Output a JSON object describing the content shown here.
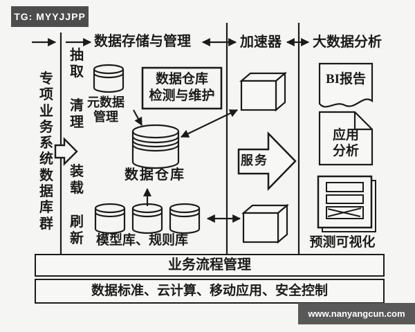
{
  "badge": {
    "label": "TG: MYYJJPP"
  },
  "watermark": {
    "label": "www.nanyangcun.com"
  },
  "colors": {
    "badge_bg": "#4d4d4d",
    "watermark_bg": "#595959",
    "line": "#1b1b1b",
    "background": "#f5f5f3"
  },
  "header": {
    "storage": "数据存储与管理",
    "accelerator": "加速器",
    "big_data": "大数据分析"
  },
  "source": {
    "label": "专项业务系统数据库群"
  },
  "etl_steps": [
    "抽取",
    "清理",
    "装载",
    "刷新"
  ],
  "storage_section": {
    "metadata_label": "元数据管理",
    "warehouse_label": "数据仓库",
    "maintenance_box_line1": "数据仓库",
    "maintenance_box_line2": "检测与维护",
    "model_rule_label": "模型库、规则库"
  },
  "accelerator_section": {
    "service_label": "服务"
  },
  "analysis_section": {
    "bi_report": "BI报告",
    "app_analysis": "应用分析",
    "prediction_label": "预测可视化"
  },
  "footer": {
    "process_bar": "业务流程管理",
    "support_bar": "数据标准、云计算、移动应用、安全控制"
  }
}
